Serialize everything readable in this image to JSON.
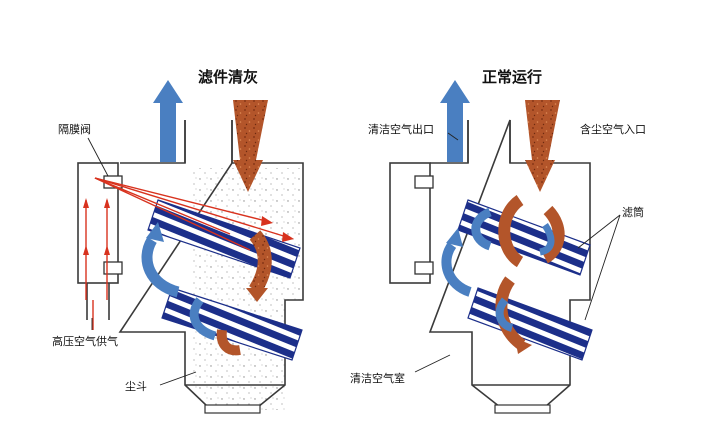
{
  "left_panel": {
    "title": "滤件清灰",
    "labels": {
      "diaphragm_valve": "隔膜阀",
      "high_pressure_air": "高压空气供气",
      "dust_hopper": "尘斗"
    }
  },
  "right_panel": {
    "title": "正常运行",
    "labels": {
      "clean_air_outlet": "清洁空气出口",
      "dusty_air_inlet": "含尘空气入口",
      "filter_cartridge": "滤筒",
      "clean_air_chamber": "清洁空气室"
    }
  },
  "colors": {
    "blue_flow": "#4a7fc1",
    "dust_flow": "#b3552a",
    "cartridge_navy": "#1c2f8a",
    "jet_red": "#d8321e",
    "wall": "#3a3a3a"
  }
}
